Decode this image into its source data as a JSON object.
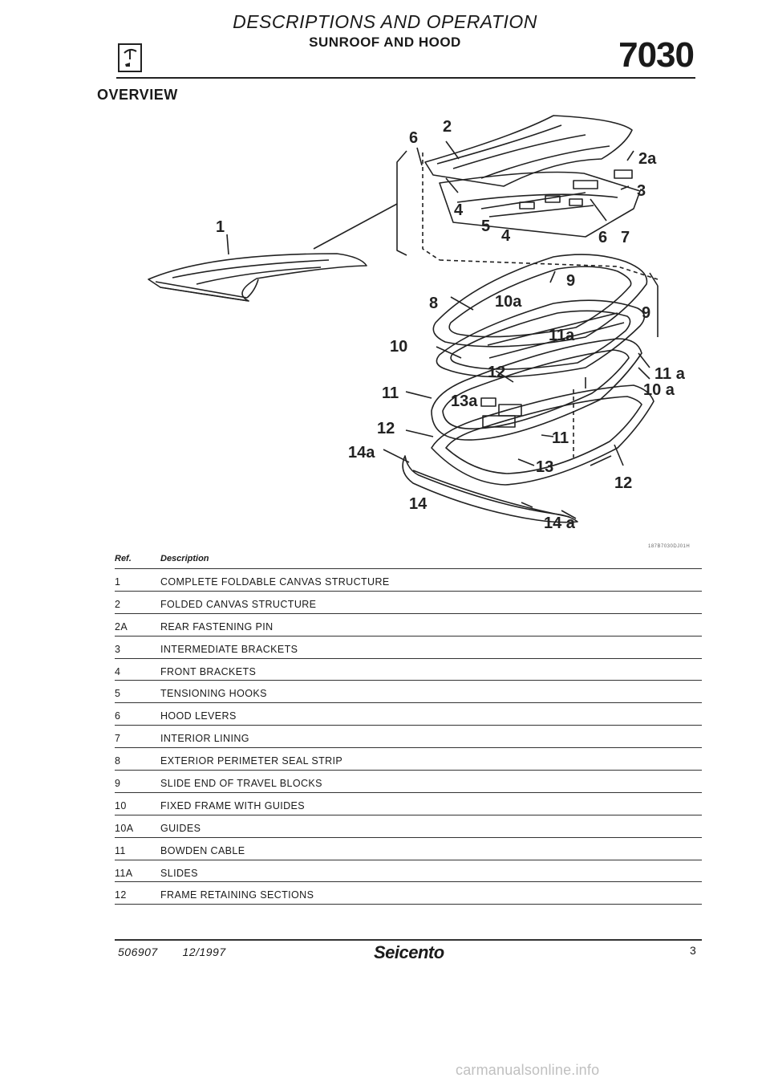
{
  "header": {
    "title": "DESCRIPTIONS AND OPERATION",
    "subtitle": "SUNROOF AND HOOD",
    "code": "7030",
    "icon": "sunroof-tool-icon"
  },
  "section_title": "OVERVIEW",
  "figure": {
    "code": "187B7030DJ01H",
    "labels": [
      "1",
      "2",
      "2a",
      "3",
      "4",
      "4",
      "5",
      "6",
      "6",
      "7",
      "8",
      "9",
      "9",
      "10",
      "10a",
      "10 a",
      "11",
      "11",
      "11a",
      "11 a",
      "12",
      "12",
      "12",
      "13",
      "13a",
      "14",
      "14a",
      "14 a"
    ]
  },
  "table": {
    "headers": {
      "ref": "Ref.",
      "description": "Description"
    },
    "rows": [
      {
        "ref": "1",
        "description": "COMPLETE FOLDABLE CANVAS STRUCTURE"
      },
      {
        "ref": "2",
        "description": "FOLDED CANVAS STRUCTURE"
      },
      {
        "ref": "2A",
        "description": "REAR FASTENING PIN"
      },
      {
        "ref": "3",
        "description": "INTERMEDIATE BRACKETS"
      },
      {
        "ref": "4",
        "description": "FRONT BRACKETS"
      },
      {
        "ref": "5",
        "description": "TENSIONING HOOKS"
      },
      {
        "ref": "6",
        "description": "HOOD LEVERS"
      },
      {
        "ref": "7",
        "description": "INTERIOR LINING"
      },
      {
        "ref": "8",
        "description": "EXTERIOR PERIMETER SEAL STRIP"
      },
      {
        "ref": "9",
        "description": "SLIDE END OF TRAVEL BLOCKS"
      },
      {
        "ref": "10",
        "description": "FIXED FRAME WITH GUIDES"
      },
      {
        "ref": "10A",
        "description": "GUIDES"
      },
      {
        "ref": "11",
        "description": "BOWDEN CABLE"
      },
      {
        "ref": "11A",
        "description": "SLIDES"
      },
      {
        "ref": "12",
        "description": "FRAME RETAINING SECTIONS"
      }
    ]
  },
  "footer": {
    "doc_number": "506907",
    "date": "12/1997",
    "brand": "Seicento",
    "page": "3"
  },
  "watermark": "carmanualsonline.info"
}
